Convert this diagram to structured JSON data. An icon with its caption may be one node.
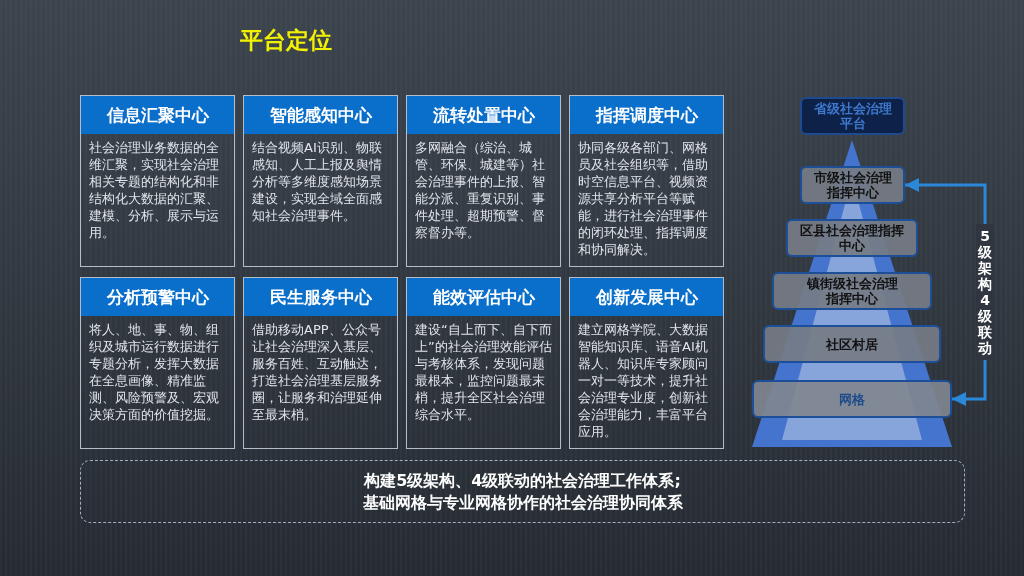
{
  "diagram": {
    "title": "平台定位",
    "nodes": [
      {
        "text": [
          "信息汇聚中心",
          "社会治理业务数据的全维汇聚，实现社会治理相关专题的结构化和非结构化大数据的汇聚、建模、分析、展示与运用。"
        ]
      },
      {
        "text": [
          "智能感知中心",
          "结合视频AI识别、物联感知、人工上报及舆情分析等多维度感知场景建设，实现全域全面感知社会治理事件。"
        ]
      },
      {
        "text": [
          "流转处置中心",
          "多网融合（综治、城管、环保、城建等）社会治理事件的上报、智能分派、重复识别、事件处理、超期预警、督察督办等。"
        ]
      },
      {
        "text": [
          "指挥调度中心",
          "协同各级各部门、网格员及社会组织等，借助时空信息平台、视频资源共享分析平台等赋能，进行社会治理事件的闭环处理、指挥调度和协同解决。"
        ]
      },
      {
        "text": [
          "分析预警中心",
          "将人、地、事、物、组织及城市运行数据进行专题分析，发挥大数据在全息画像、精准监测、风险预警及、宏观决策方面的价值挖掘。"
        ]
      },
      {
        "text": [
          "民生服务中心",
          "借助移动APP、公众号让社会治理深入基层、服务百姓、互动触达，打造社会治理基层服务圈，让服务和治理延伸至最末梢。"
        ]
      },
      {
        "text": [
          "能效评估中心",
          "建设“自上而下、自下而上”的社会治理效能评估与考核体系，发现问题最根本，监控问题最末梢，提升全区社会治理综合水平。"
        ]
      },
      {
        "text": [
          "创新发展中心",
          "建立网格学院、大数据智能知识库、语音AI机器人、知识库专家顾问一对一等技术，提升社会治理专业度，创新社会治理能力，丰富平台应用。"
        ]
      },
      {
        "text": [
          "省级社会治理平台"
        ]
      },
      {
        "text": [
          "市级社会治理指挥中心"
        ]
      },
      {
        "text": [
          "区县社会治理指挥中心"
        ]
      },
      {
        "text": [
          "镇街级社会治理指挥中心"
        ]
      },
      {
        "text": [
          "社区村居"
        ]
      },
      {
        "text": [
          "网格"
        ]
      },
      {
        "text": [
          "构建5级架构、4级联动的社会治理工作体系;",
          "基础网格与专业网格协作的社会治理协同体系"
        ]
      }
    ],
    "edges": [
      {
        "from": 9,
        "to": 13,
        "arrow": "both",
        "label": "5级架构 4级联动"
      }
    ]
  }
}
